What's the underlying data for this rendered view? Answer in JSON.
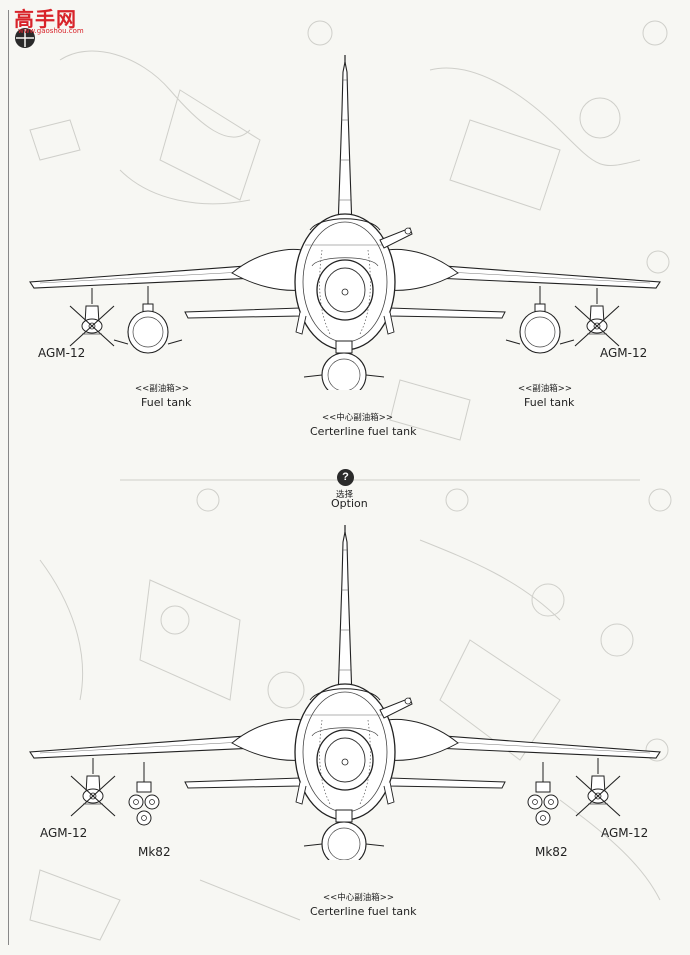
{
  "watermark": {
    "title": "高手网",
    "url": "www.gaoshou.com"
  },
  "option_marker": {
    "symbol": "?",
    "label_cn": "选择",
    "label_en": "Option"
  },
  "top_view": {
    "agm_left": "AGM-12",
    "agm_right": "AGM-12",
    "tank_left_cn": "<<副油箱>>",
    "tank_left_en": "Fuel tank",
    "tank_right_cn": "<<副油箱>>",
    "tank_right_en": "Fuel tank",
    "center_cn": "<<中心副油箱>>",
    "center_en": "Certerline fuel tank"
  },
  "bottom_view": {
    "agm_left": "AGM-12",
    "agm_right": "AGM-12",
    "mk_left": "Mk82",
    "mk_right": "Mk82",
    "center_cn": "<<中心副油箱>>",
    "center_en": "Certerline fuel tank"
  },
  "colors": {
    "paper": "#f7f7f3",
    "line": "#222222",
    "ghost": "#c9c9c4",
    "watermark": "#d8232a"
  }
}
